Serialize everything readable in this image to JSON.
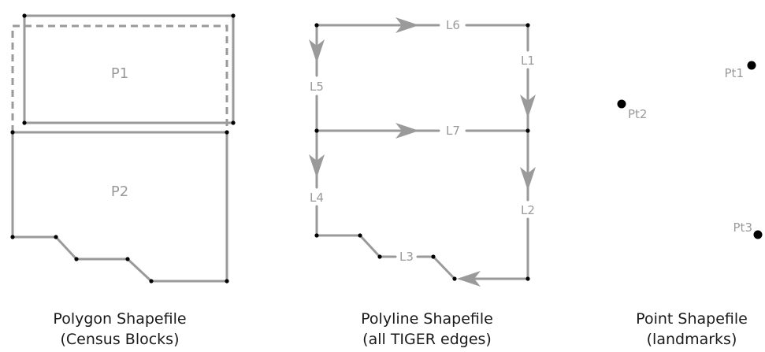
{
  "polygon": {
    "shapes": [
      "P1",
      "P2"
    ],
    "caption_line1": "Polygon Shapefile",
    "caption_line2": "(Census Blocks)"
  },
  "polyline": {
    "lines": [
      "L1",
      "L2",
      "L3",
      "L4",
      "L5",
      "L6",
      "L7"
    ],
    "caption_line1": "Polyline Shapefile",
    "caption_line2": "(all TIGER edges)"
  },
  "point": {
    "points": [
      "Pt1",
      "Pt2",
      "Pt3"
    ],
    "caption_line1": "Point Shapefile",
    "caption_line2": "(landmarks)"
  },
  "colors": {
    "line": "#9a9a9a",
    "vertex": "#000000",
    "caption": "#1a1a1a"
  }
}
